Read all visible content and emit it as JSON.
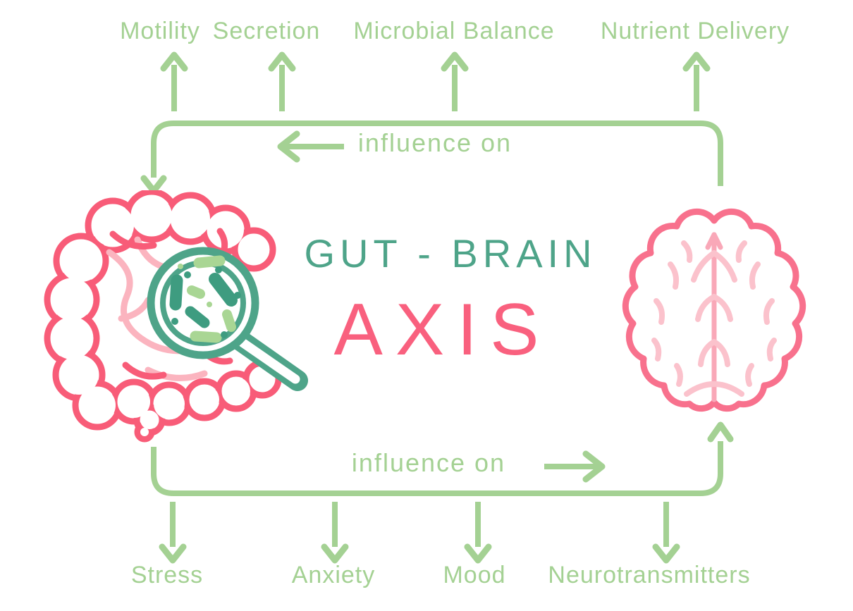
{
  "diagram": {
    "title_top": "GUT - BRAIN",
    "title_bottom": "AXIS",
    "top_flow": {
      "label": "influence on",
      "arrow_direction": "left",
      "meaning": "brain influence on gut functions",
      "targets": [
        "Motility",
        "Secretion",
        "Microbial Balance",
        "Nutrient Delivery"
      ]
    },
    "bottom_flow": {
      "label": "influence on",
      "arrow_direction": "right",
      "meaning": "gut influence on brain functions",
      "targets": [
        "Stress",
        "Anxiety",
        "Mood",
        "Neurotransmitters"
      ]
    },
    "icons": {
      "left": "gut-with-microbes-under-magnifier",
      "right": "brain-top-view"
    },
    "colors": {
      "green": "#A4D193",
      "teal": "#4EA489",
      "pink": "#F9607E",
      "colon_pink": "#F85C78",
      "light_pink": "#FBB4BF",
      "microbe_dark": "#3E9C80",
      "microbe_light": "#A9D694",
      "brain_outline": "#F8718D",
      "brain_inner": "#FBC2CC",
      "background": "#FFFFFF"
    }
  }
}
